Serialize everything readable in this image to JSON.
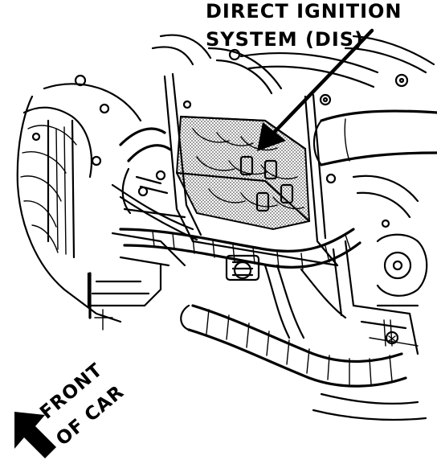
{
  "callout": {
    "line1": "DIRECT IGNITION",
    "line2": "SYSTEM (DIS)"
  },
  "direction": {
    "line1": "FRONT",
    "line2": "OF CAR"
  },
  "colors": {
    "ink": "#000000",
    "background": "#ffffff",
    "stipple": "#7a7a7a"
  }
}
